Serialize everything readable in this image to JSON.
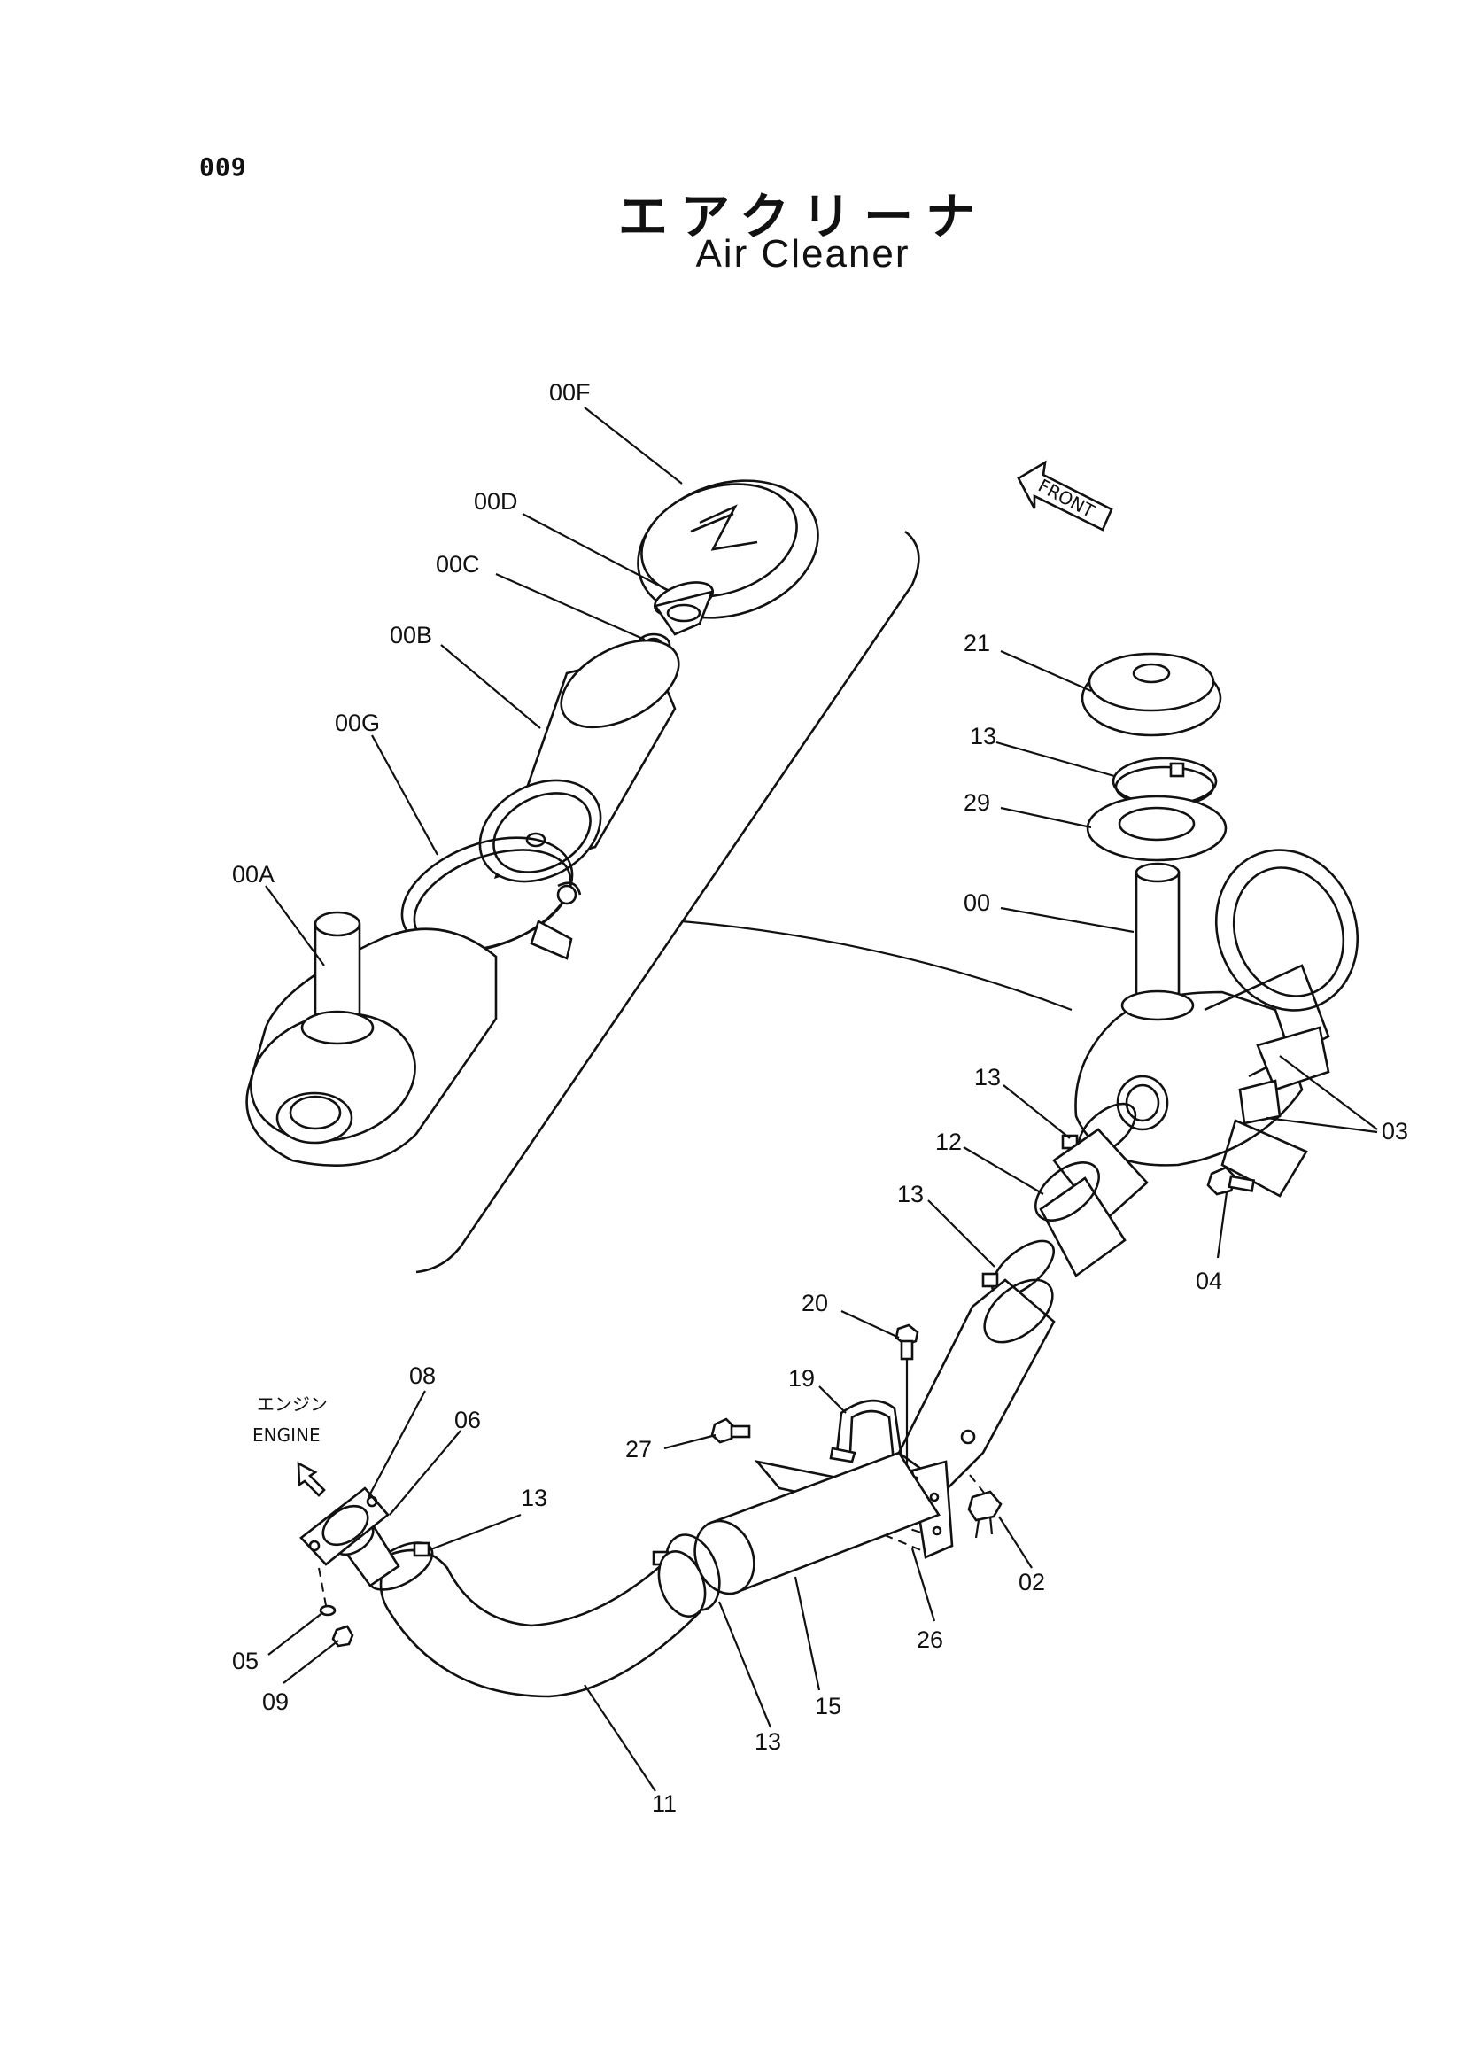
{
  "page": {
    "number": "009"
  },
  "title": {
    "japanese": "エアクリーナ",
    "english": "Air Cleaner"
  },
  "orientation": {
    "front_label": "FRONT",
    "engine_label_jp": "エンジン",
    "engine_label_en": "ENGINE"
  },
  "callouts": [
    {
      "id": "c-00F",
      "text": "00F"
    },
    {
      "id": "c-00D",
      "text": "00D"
    },
    {
      "id": "c-00C",
      "text": "00C"
    },
    {
      "id": "c-00B",
      "text": "00B"
    },
    {
      "id": "c-00G",
      "text": "00G"
    },
    {
      "id": "c-00A",
      "text": "00A"
    },
    {
      "id": "c-21",
      "text": "21"
    },
    {
      "id": "c-13a",
      "text": "13"
    },
    {
      "id": "c-29",
      "text": "29"
    },
    {
      "id": "c-00",
      "text": "00"
    },
    {
      "id": "c-13b",
      "text": "13"
    },
    {
      "id": "c-12",
      "text": "12"
    },
    {
      "id": "c-13c",
      "text": "13"
    },
    {
      "id": "c-03",
      "text": "03"
    },
    {
      "id": "c-04",
      "text": "04"
    },
    {
      "id": "c-20",
      "text": "20"
    },
    {
      "id": "c-19",
      "text": "19"
    },
    {
      "id": "c-27",
      "text": "27"
    },
    {
      "id": "c-02",
      "text": "02"
    },
    {
      "id": "c-26",
      "text": "26"
    },
    {
      "id": "c-08",
      "text": "08"
    },
    {
      "id": "c-06",
      "text": "06"
    },
    {
      "id": "c-13d",
      "text": "13"
    },
    {
      "id": "c-05",
      "text": "05"
    },
    {
      "id": "c-09",
      "text": "09"
    },
    {
      "id": "c-13e",
      "text": "13"
    },
    {
      "id": "c-15",
      "text": "15"
    },
    {
      "id": "c-11",
      "text": "11"
    }
  ]
}
